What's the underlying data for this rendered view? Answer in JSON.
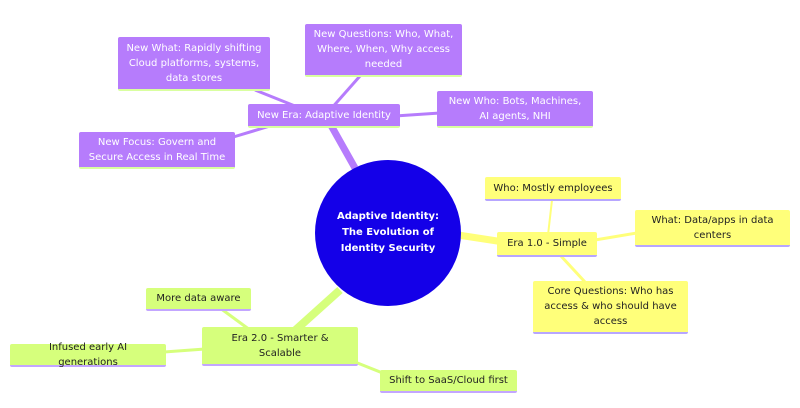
{
  "colors": {
    "root": "#1400e8",
    "adaptive_branch": "#b67cfc",
    "era1_branch": "#ffff7a",
    "era2_branch": "#d6ff7c"
  },
  "root": {
    "label": "Adaptive Identity: The Evolution of Identity Security"
  },
  "branches": {
    "adaptive": {
      "label": "New Era: Adaptive Identity",
      "children": [
        "New Questions: Who, What, Where, When, Why access needed",
        "New What: Rapidly shifting Cloud platforms, systems, data stores",
        "New Who: Bots, Machines, AI agents, NHI",
        "New Focus: Govern and Secure Access in Real Time"
      ]
    },
    "era1": {
      "label": "Era 1.0 - Simple",
      "children": [
        "Who: Mostly employees",
        "What: Data/apps in data centers",
        "Core Questions: Who has access & who should have access"
      ]
    },
    "era2": {
      "label": "Era 2.0 - Smarter & Scalable",
      "children": [
        "More data aware",
        "Infused early AI generations",
        "Shift to SaaS/Cloud first"
      ]
    }
  }
}
